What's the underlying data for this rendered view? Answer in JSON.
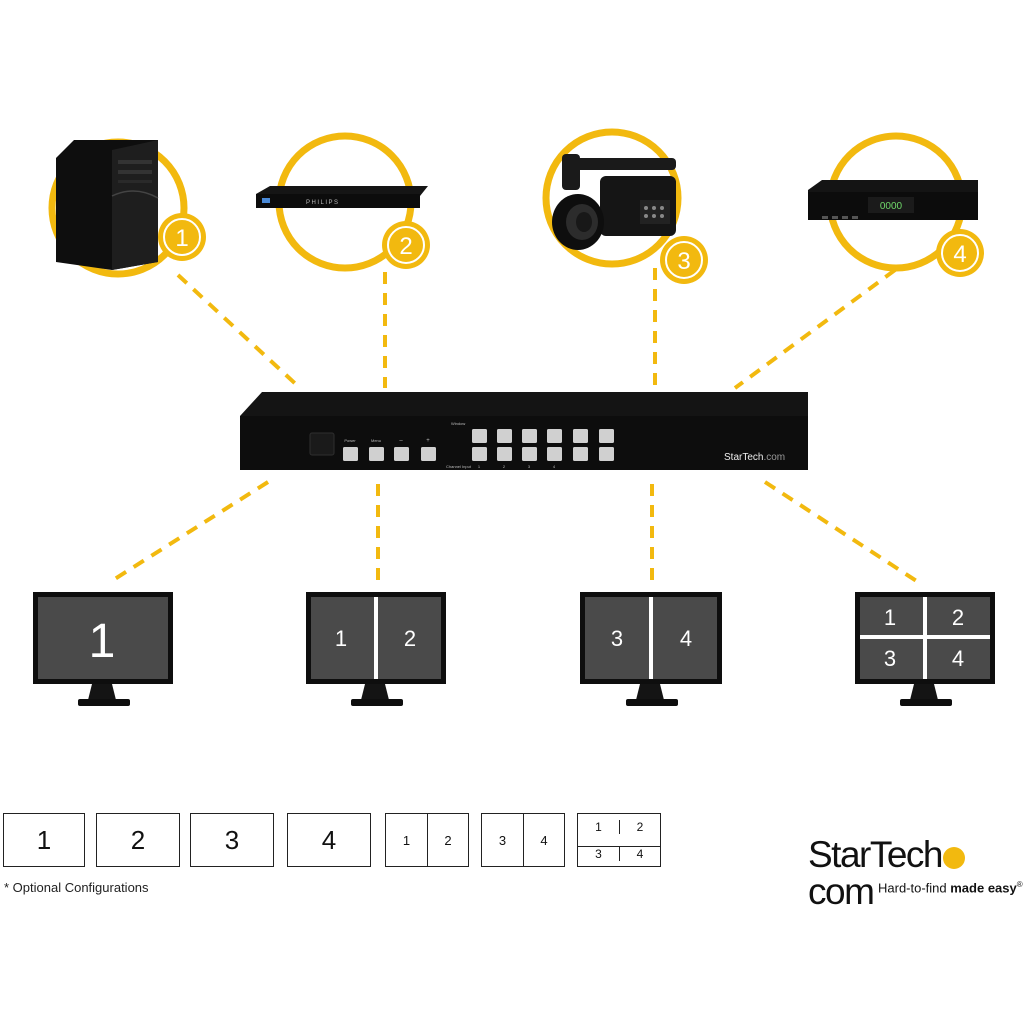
{
  "sources": [
    {
      "label": "1",
      "device": "desktop-pc"
    },
    {
      "label": "2",
      "device": "blu-ray-player",
      "brand": "PHILIPS"
    },
    {
      "label": "3",
      "device": "video-camera"
    },
    {
      "label": "4",
      "device": "set-top-box",
      "display": "0000"
    }
  ],
  "switcher": {
    "brand": "StarTech",
    "brand_suffix": ".com",
    "labels": {
      "power": "Power",
      "menu": "Menu",
      "minus": "–",
      "plus": "+",
      "window": "Window",
      "channel_input": "Channel Input",
      "channels": [
        "1",
        "2",
        "3",
        "4"
      ]
    }
  },
  "monitors": [
    {
      "type": "single",
      "panes": [
        "1"
      ]
    },
    {
      "type": "split",
      "panes": [
        "1",
        "2"
      ]
    },
    {
      "type": "split",
      "panes": [
        "3",
        "4"
      ]
    },
    {
      "type": "quad",
      "panes": [
        "1",
        "2",
        "3",
        "4"
      ]
    }
  ],
  "configurations": {
    "singles": [
      "1",
      "2",
      "3",
      "4"
    ],
    "splits": [
      [
        "1",
        "2"
      ],
      [
        "3",
        "4"
      ]
    ],
    "quad": [
      "1",
      "2",
      "3",
      "4"
    ]
  },
  "footnote": "* Optional Configurations",
  "logo": {
    "name_start": "StarTech",
    "name_end": "com",
    "tagline_start": "Hard-to-find ",
    "tagline_bold": "made easy",
    "tagline_mark": "®"
  },
  "colors": {
    "accent_yellow": "#f2b90f",
    "device_black": "#111111",
    "screen_gray": "#4a4a4a",
    "button_gray": "#d0d0d0"
  }
}
